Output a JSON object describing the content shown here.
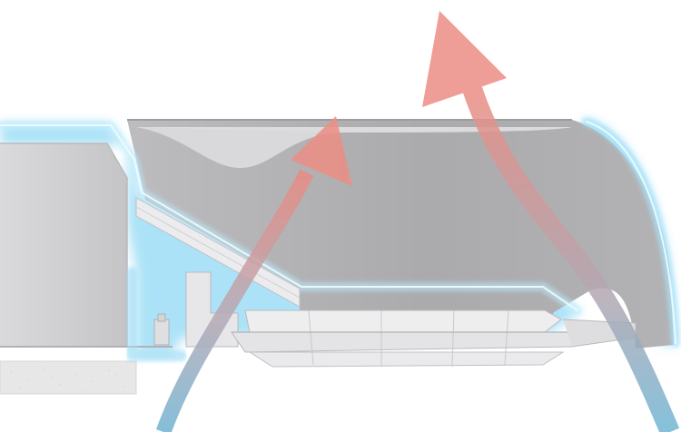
{
  "diagram": {
    "subject": "ceiling-unit-cross-section",
    "colors": {
      "background": "#ffffff",
      "housing_fill": "#8a8a8e",
      "housing_light": "#b9b9bd",
      "housing_edge": "#7d7d82",
      "glow": "#3fc0f0",
      "glow_soft": "#9fe0f8",
      "arrow_warm": "#e98f85",
      "arrow_cool": "#74b6d4",
      "ceiling_strip": "#d8d8d8"
    },
    "airflow": [
      {
        "name": "discharge-airflow-center",
        "from": "cool",
        "to": "warm"
      },
      {
        "name": "discharge-airflow-right",
        "from": "cool",
        "to": "warm"
      }
    ]
  }
}
